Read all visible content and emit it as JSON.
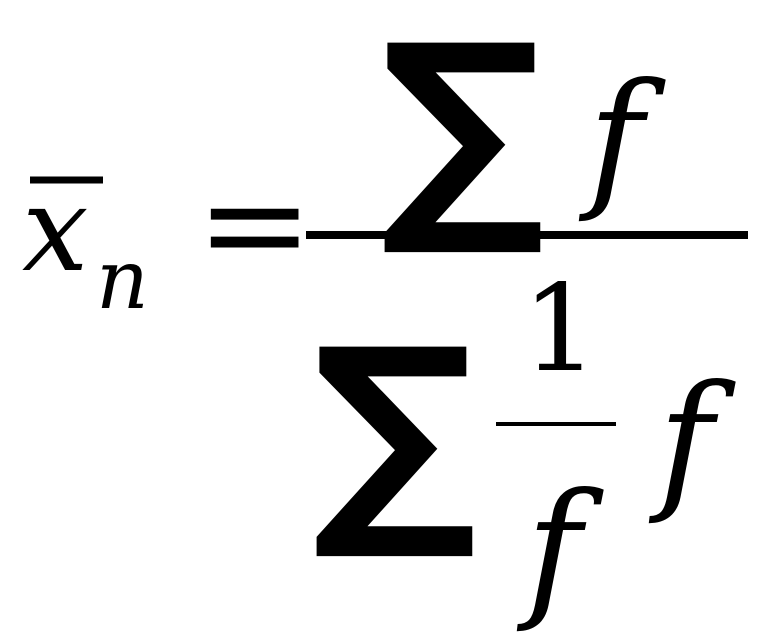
{
  "formula": {
    "lhs": {
      "variable": "x",
      "subscript": "n",
      "accent": "bar"
    },
    "relation": "=",
    "numerator": {
      "operator": "∑",
      "operand": "f"
    },
    "denominator": {
      "operator": "∑",
      "inner_fraction": {
        "numerator": "1",
        "denominator": "f"
      },
      "operand": "f"
    },
    "colors": {
      "ink": "#000000",
      "background": "#ffffff"
    }
  }
}
